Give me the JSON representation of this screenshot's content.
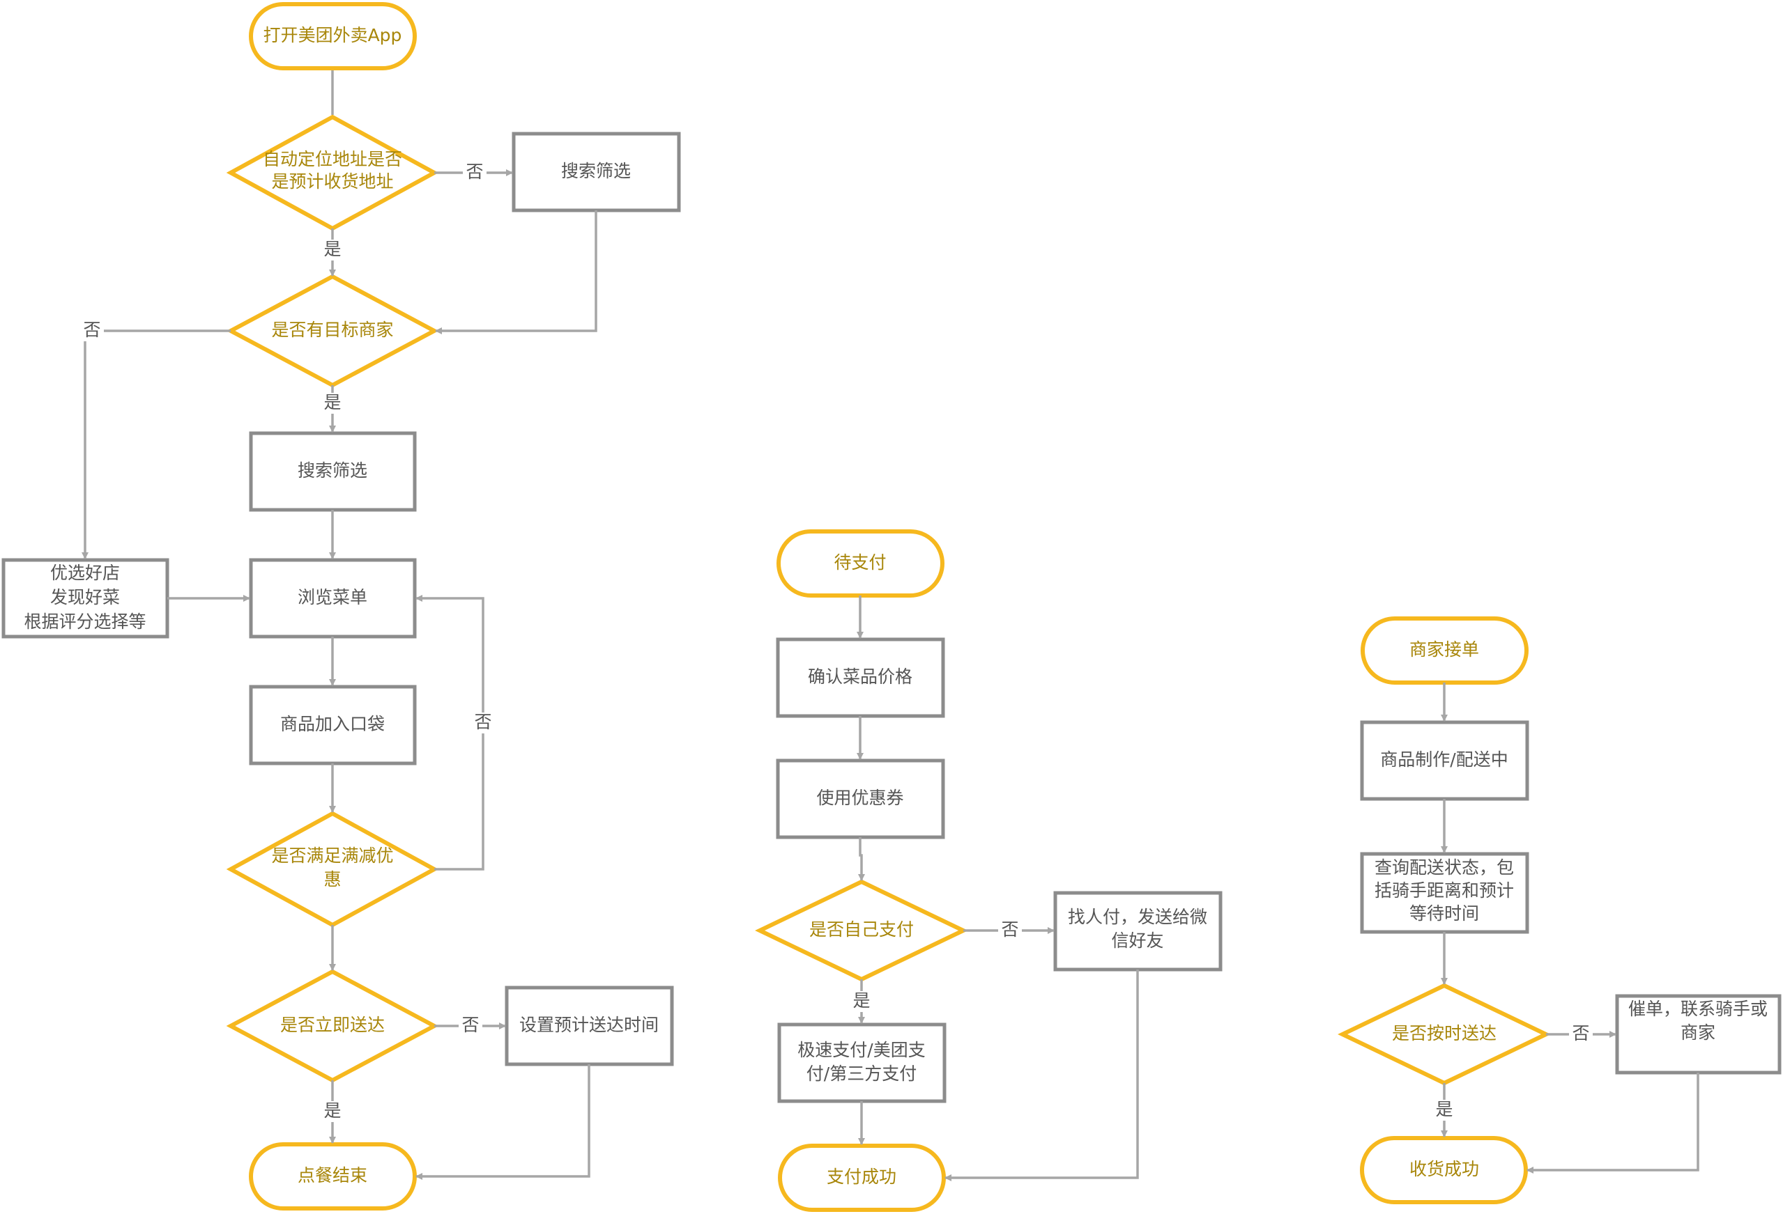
{
  "colors": {
    "accent": "#F6B81E",
    "decision_text": "#A8860A",
    "box_border": "#8C8C8C",
    "arrow": "#A6A6A6",
    "process_text": "#555555"
  },
  "flow1": {
    "open_app": "打开美团外卖App",
    "check_location": [
      "自动定位地址是否",
      "是预计收货地址"
    ],
    "search_filter_right": "搜索筛选",
    "has_target_store": "是否有目标商家",
    "search_filter": "搜索筛选",
    "recommend": [
      "优选好店",
      "发现好菜",
      "根据评分选择等"
    ],
    "browse_menu": "浏览菜单",
    "add_to_bag": "商品加入口袋",
    "check_discount": [
      "是否满足满减优",
      "惠"
    ],
    "check_instant": "是否立即送达",
    "set_time": "设置预计送达时间",
    "order_end": "点餐结束"
  },
  "flow2": {
    "pending_payment": "待支付",
    "confirm_price": "确认菜品价格",
    "use_coupon": "使用优惠券",
    "check_self_pay": "是否自己支付",
    "find_payer": [
      "找人付，发送给微",
      "信好友"
    ],
    "pay_methods": [
      "极速支付/美团支",
      "付/第三方支付"
    ],
    "pay_success": "支付成功"
  },
  "flow3": {
    "merchant_accept": "商家接单",
    "making_delivering": "商品制作/配送中",
    "query_status": [
      "查询配送状态，包",
      "括骑手距离和预计",
      "等待时间"
    ],
    "check_on_time": "是否按时送达",
    "urge": [
      "催单，联系骑手或",
      "商家"
    ],
    "received": "收货成功"
  },
  "labels": {
    "yes": "是",
    "no": "否"
  }
}
